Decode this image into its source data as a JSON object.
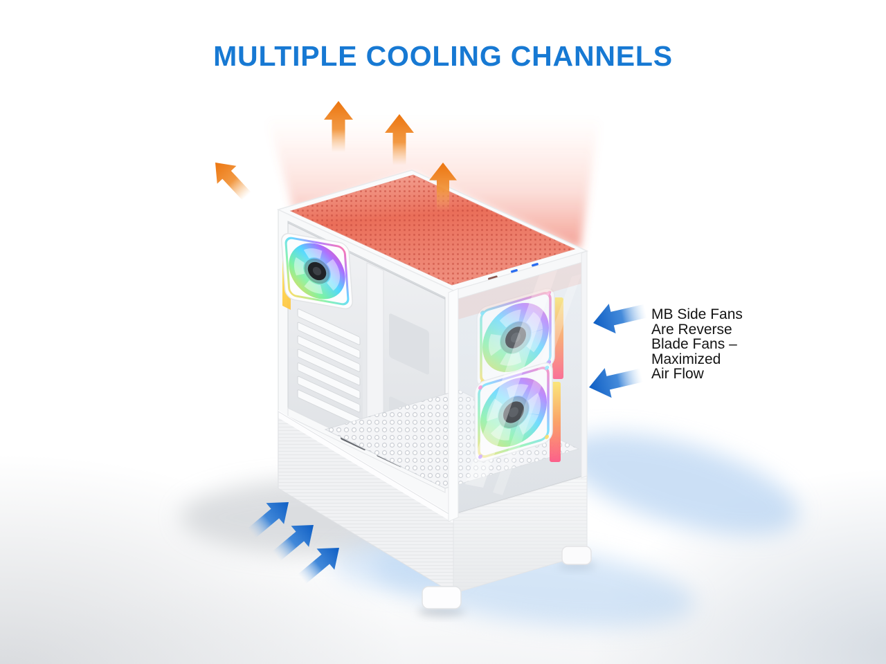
{
  "page": {
    "title": "MULTIPLE COOLING CHANNELS"
  },
  "annotation": {
    "lines": [
      "MB Side Fans",
      "Are Reverse",
      "Blade Fans –",
      "Maximized",
      "Air Flow"
    ]
  },
  "colors": {
    "title": "#1779d3",
    "annotation_text": "#131313",
    "exhaust_arrow": "#ec750f",
    "intake_arrow": "#0e5ec4",
    "heat_glow": "#e8503a",
    "cool_glow": "#aecdf2"
  },
  "icons": {
    "exhaust_arrows": "orange-up-arrow",
    "side_intake_arrows": "blue-left-arrow",
    "bottom_intake_arrows": "blue-up-right-arrow"
  }
}
